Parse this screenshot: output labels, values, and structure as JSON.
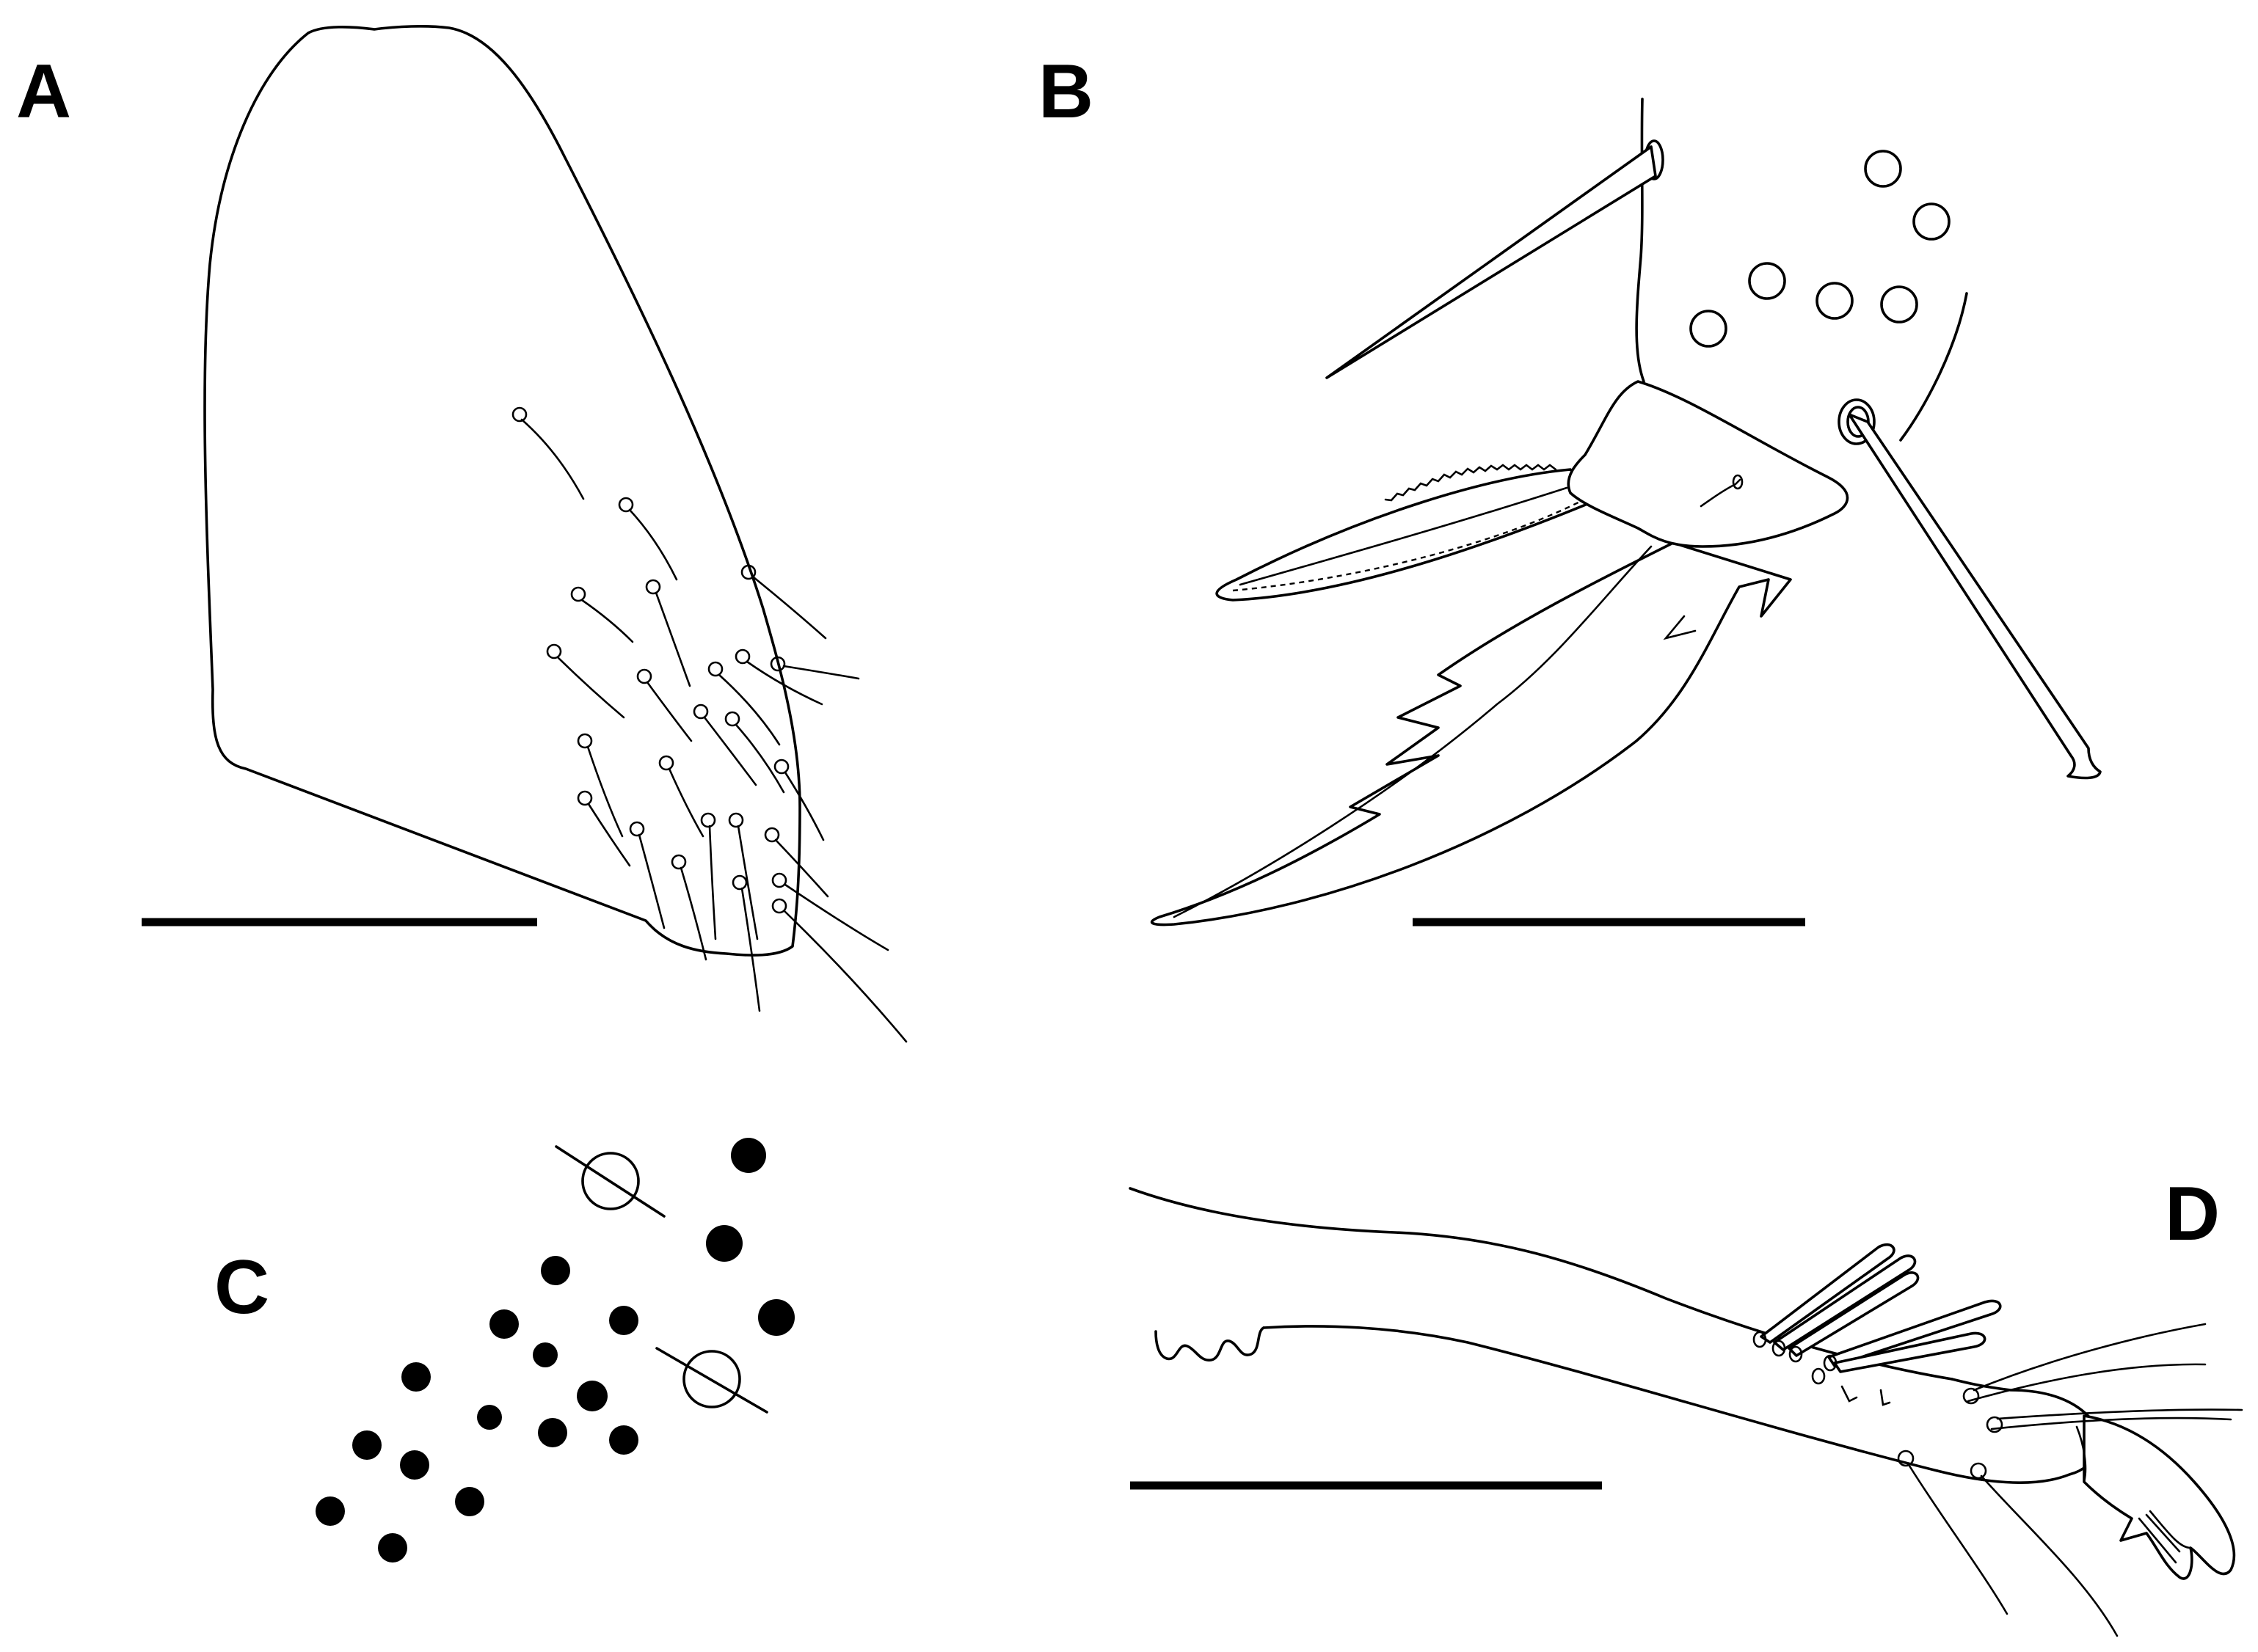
{
  "figure": {
    "panels": [
      {
        "id": "A",
        "label": "A"
      },
      {
        "id": "B",
        "label": "B"
      },
      {
        "id": "C",
        "label": "C"
      },
      {
        "id": "D",
        "label": "D"
      }
    ],
    "colors": {
      "ink": "#000000",
      "background": "#ffffff"
    }
  }
}
